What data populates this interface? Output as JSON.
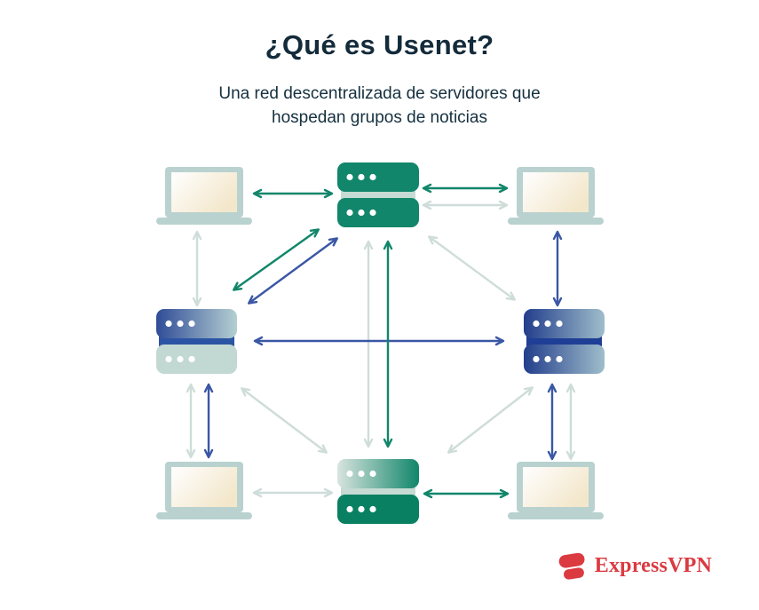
{
  "header": {
    "title": "¿Qué es Usenet?",
    "subtitle": "Una red descentralizada de servidores que hospedan grupos de noticias"
  },
  "brand": {
    "name": "ExpressVPN"
  },
  "colors": {
    "heading_navy": "#132B3B",
    "arrow_green": "#11866A",
    "arrow_blue": "#3A57A5",
    "arrow_light": "#CEDDD9",
    "server_green": "#11866A",
    "server_blue_dark": "#2F4C97",
    "server_blue_light": "#B5CFD2",
    "laptop_frame": "#B9D2CF",
    "laptop_screen_cream": "#F3E7CB",
    "brand_red": "#DB3A41"
  },
  "diagram": {
    "nodes": [
      {
        "id": "server-top",
        "type": "server",
        "style": "solid-green",
        "position": "top-center"
      },
      {
        "id": "server-left",
        "type": "server",
        "style": "blue-gradient-top-light-bottom",
        "position": "middle-left"
      },
      {
        "id": "server-right",
        "type": "server",
        "style": "blue-gradient",
        "position": "middle-right"
      },
      {
        "id": "server-bottom",
        "type": "server",
        "style": "green-gradient-top-solid-bottom",
        "position": "bottom-center"
      },
      {
        "id": "laptop-top-left",
        "type": "laptop",
        "style": "teal-frame-cream-screen",
        "position": "top-left"
      },
      {
        "id": "laptop-top-right",
        "type": "laptop",
        "style": "teal-frame-cream-screen",
        "position": "top-right"
      },
      {
        "id": "laptop-bottom-left",
        "type": "laptop",
        "style": "teal-frame-cream-screen",
        "position": "bottom-left"
      },
      {
        "id": "laptop-bottom-right",
        "type": "laptop",
        "style": "teal-frame-cream-screen",
        "position": "bottom-right"
      }
    ],
    "connections": [
      {
        "from": "laptop-top-left",
        "to": "server-top",
        "color": "green",
        "bidirectional": true
      },
      {
        "from": "server-top",
        "to": "laptop-top-right",
        "color": "green",
        "bidirectional": true
      },
      {
        "from": "server-top",
        "to": "laptop-top-right",
        "color": "light",
        "bidirectional": true
      },
      {
        "from": "server-left",
        "to": "server-top",
        "color": "green",
        "bidirectional": true
      },
      {
        "from": "server-left",
        "to": "server-top",
        "color": "blue",
        "bidirectional": true
      },
      {
        "from": "server-top",
        "to": "server-right",
        "color": "light",
        "bidirectional": true
      },
      {
        "from": "laptop-top-left",
        "to": "server-left",
        "color": "light",
        "bidirectional": true
      },
      {
        "from": "laptop-top-right",
        "to": "server-right",
        "color": "blue",
        "bidirectional": true
      },
      {
        "from": "server-top",
        "to": "server-bottom",
        "color": "light",
        "bidirectional": true
      },
      {
        "from": "server-top",
        "to": "server-bottom",
        "color": "green",
        "bidirectional": true
      },
      {
        "from": "server-left",
        "to": "server-right",
        "color": "blue",
        "bidirectional": true
      },
      {
        "from": "server-left",
        "to": "laptop-bottom-left",
        "color": "light",
        "bidirectional": true
      },
      {
        "from": "server-left",
        "to": "laptop-bottom-left",
        "color": "blue",
        "bidirectional": true
      },
      {
        "from": "server-left",
        "to": "server-bottom",
        "color": "light",
        "bidirectional": true
      },
      {
        "from": "server-bottom",
        "to": "server-right",
        "color": "light",
        "bidirectional": true
      },
      {
        "from": "server-right",
        "to": "laptop-bottom-right",
        "color": "blue",
        "bidirectional": true
      },
      {
        "from": "server-right",
        "to": "laptop-bottom-right",
        "color": "light",
        "bidirectional": true
      },
      {
        "from": "laptop-bottom-left",
        "to": "server-bottom",
        "color": "light",
        "bidirectional": true
      },
      {
        "from": "server-bottom",
        "to": "laptop-bottom-right",
        "color": "green",
        "bidirectional": true
      }
    ]
  }
}
